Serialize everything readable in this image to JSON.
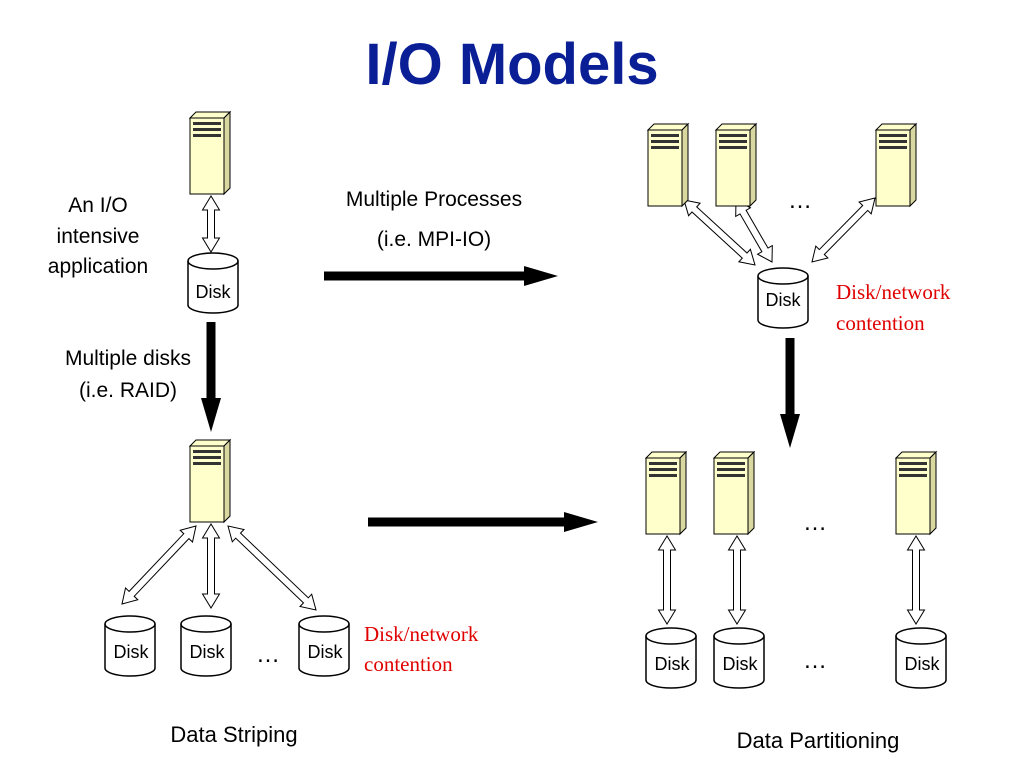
{
  "title": "I/O Models",
  "colors": {
    "title": "#0a1f96",
    "server_fill": "#ffffcc",
    "contention": "#e00000"
  },
  "labels": {
    "app": [
      "An I/O",
      "intensive",
      "application"
    ],
    "multi_process": [
      "Multiple Processes",
      "(i.e. MPI-IO)"
    ],
    "multi_disk": [
      "Multiple disks",
      "(i.e. RAID)"
    ],
    "contention": [
      "Disk/network",
      "contention"
    ],
    "disk": "Disk",
    "ellipsis": "…",
    "striping": "Data Striping",
    "partitioning": "Data Partitioning"
  },
  "icons": [
    "server-icon",
    "disk-icon",
    "double-arrow",
    "block-arrow"
  ]
}
